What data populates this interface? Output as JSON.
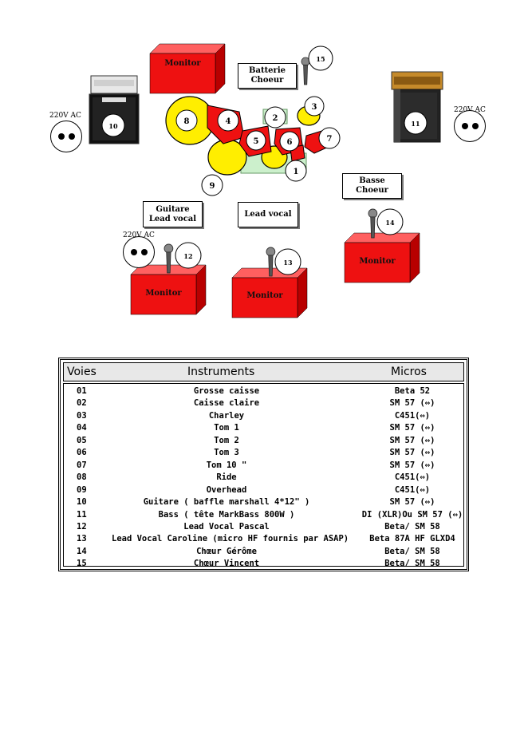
{
  "stage": {
    "monitor_label": "Monitor",
    "ac_label": "220V AC",
    "labels": {
      "batterie": [
        "Batterie",
        "Choeur"
      ],
      "guitare": [
        "Guitare",
        "Lead vocal"
      ],
      "lead": [
        "Lead vocal"
      ],
      "basse": [
        "Basse",
        "Choeur"
      ]
    },
    "numbers": {
      "n1": "1",
      "n2": "2",
      "n3": "3",
      "n4": "4",
      "n5": "5",
      "n6": "6",
      "n7": "7",
      "n8": "8",
      "n9": "9",
      "n10": "10",
      "n11": "11",
      "n12": "12",
      "n13": "13",
      "n14": "14",
      "n15": "15"
    },
    "colors": {
      "monitor": "#ee1111",
      "cymbal": "#ffee00",
      "drum": "#ee1111",
      "riser": "#ccf0cc"
    }
  },
  "table": {
    "headers": {
      "voies": "Voies",
      "instruments": "Instruments",
      "micros": "Micros"
    },
    "rows": [
      {
        "voie": "01",
        "instrument": "Grosse caisse",
        "micro": "Beta 52"
      },
      {
        "voie": "02",
        "instrument": "Caisse claire",
        "micro": "SM 57 (⇔)"
      },
      {
        "voie": "03",
        "instrument": "Charley",
        "micro": "C451(⇔)"
      },
      {
        "voie": "04",
        "instrument": "Tom 1",
        "micro": "SM 57 (⇔)"
      },
      {
        "voie": "05",
        "instrument": "Tom 2",
        "micro": "SM 57 (⇔)"
      },
      {
        "voie": "06",
        "instrument": "Tom 3",
        "micro": "SM 57 (⇔)"
      },
      {
        "voie": "07",
        "instrument": "Tom 10 \"",
        "micro": "SM 57 (⇔)"
      },
      {
        "voie": "08",
        "instrument": "Ride",
        "micro": "C451(⇔)"
      },
      {
        "voie": "09",
        "instrument": "Overhead",
        "micro": "C451(⇔)"
      },
      {
        "voie": "10",
        "instrument": "Guitare ( baffle marshall 4*12\" )",
        "micro": "SM 57 (⇔)"
      },
      {
        "voie": "11",
        "instrument": "Bass ( tête MarkBass 800W )",
        "micro": "DI (XLR)Ou SM 57 (⇔)"
      },
      {
        "voie": "12",
        "instrument": "Lead Vocal Pascal",
        "micro": "Beta/ SM 58"
      },
      {
        "voie": "13",
        "instrument": "Lead Vocal Caroline (micro HF fournis par ASAP)",
        "micro": "Beta 87A HF GLXD4"
      },
      {
        "voie": "14",
        "instrument": "Chœur Gérôme",
        "micro": "Beta/ SM 58"
      },
      {
        "voie": "15",
        "instrument": "Chœur Vincent",
        "micro": "Beta/ SM 58"
      }
    ]
  }
}
